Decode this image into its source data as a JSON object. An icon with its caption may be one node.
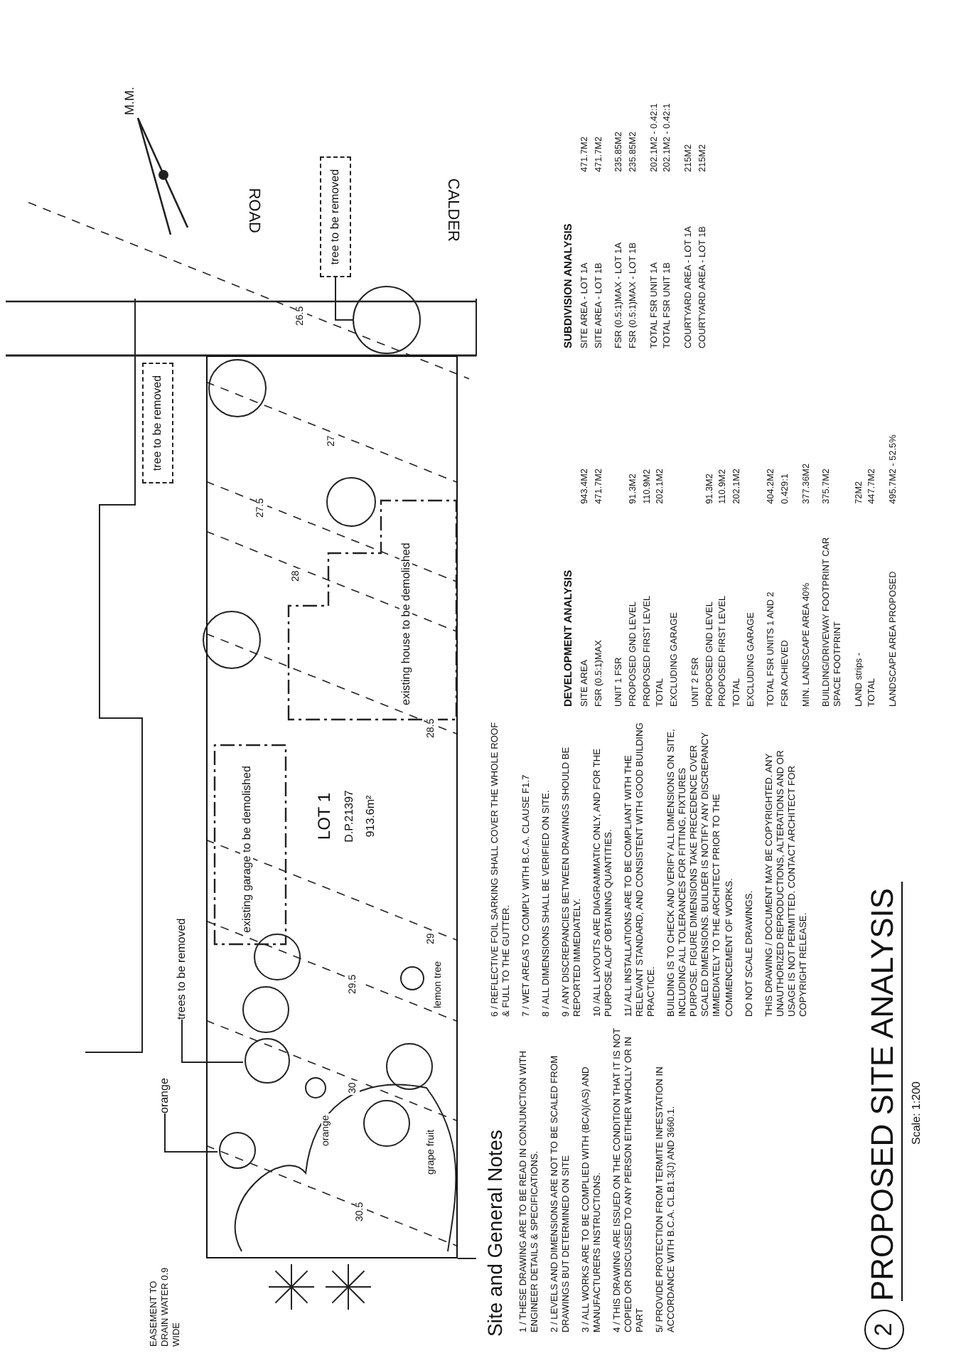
{
  "diagram": {
    "title": "PROPOSED SITE ANALYSIS",
    "nodes": [
      {
        "text": [
          "tree to be removed"
        ]
      },
      {
        "text": [],
        "shape": "circle"
      },
      {
        "text": [
          "tree to be removed"
        ]
      },
      {
        "text": [
          "LOT 1",
          "D.P.21397",
          "913.6m²"
        ]
      },
      {
        "text": [
          "existing garage to be demolished"
        ],
        "in": 3
      },
      {
        "text": [
          "existing house to be demolished"
        ],
        "in": 3
      },
      {
        "text": [
          "trees to be removed"
        ]
      },
      {
        "text": [],
        "shape": "circle",
        "in": 3
      },
      {
        "text": [
          "orange"
        ]
      },
      {
        "text": [],
        "shape": "circle",
        "in": 3
      }
    ],
    "edges": [
      {
        "from": 0,
        "to": 1,
        "arrow": "none"
      },
      {
        "from": 6,
        "to": 7,
        "arrow": "none"
      },
      {
        "from": 8,
        "to": 9,
        "arrow": "none"
      }
    ],
    "labels": [
      "M.M.",
      "ROAD",
      "CALDER",
      "26.5",
      "27",
      "27.5",
      "28",
      "28.5",
      "29",
      "29.5",
      "30",
      "30.5",
      "lemon tree",
      "orange",
      "grape fruit",
      "EASEMENT TO DRAIN WATER 0.9 WIDE",
      "Site and General Notes",
      "1 / THESE DRAWING ARE TO BE READ IN CONJUNCTION WITH ENGINEER DETAILS & SPECIFICATIONS.",
      "2 / LEVELS AND DIMENSIONS ARE NOT TO BE SCALED FROM DRAWINGS BUT DETERMINED ON SITE",
      "3 / ALL WORKS ARE TO BE COMPLIED WITH (BCA)(AS) AND MANUFACTURERS INSTRUCTIONS.",
      "4 / THIS DRAWING ARE ISSUED ON THE CONDITION THAT IT IS NOT COPIED OR DISCUSSED TO ANY PERSON EITHER WHOLLY OR IN PART",
      "5/ PROVIDE PROTECTION FROM TERMITE INFESTATION IN ACCORDANCE WITH B.C.A. CL.B1.3(J) AND 3660.1.",
      "6 / REFLECTIVE FOIL SARKING SHALL COVER THE WHOLE ROOF & FULL TO THE GUTTER.",
      "7 / WET AREAS TO COMPLY WITH B.C.A. CLAUSE F1.7",
      "8 / ALL DIMENSIONS SHALL BE VERIFIED ON SITE.",
      "9 / ANY DISCREPANCIES BETWEEN DRAWINGS SHOULD BE REPORTED IMMEDIATELY.",
      "10 /ALL LAYOUTS ARE DIAGRAMMATIC ONLY, AND FOR THE PURPOSE ALOF OBTAINING QUANTITIES.",
      "11/ ALL INSTALLATIONS ARE TO BE COMPLIANT WITH THE RELEVANT STANDARD, AND CONSISTENT WITH GOOD BUILDING PRACTICE.",
      "BUILDING IS TO CHECK AND VERIFY ALL DIMENSIONS ON SITE, INCLUDING ALL TOLERANCES FOR FITTING, FIXTURES PURPOSE. FIGURE DIMENSIONS TAKE PRECEDENCE OVER SCALED DIMENSIONS. BUILDER IS NOTIFY ANY DISCREPANCY IMMEDIATELY TO THE ARCHITECT PRIOR TO THE COMMENCEMENT OF WORKS.",
      "DO NOT SCALE DRAWINGS.",
      "THIS DRAWING / DOCUMENT MAY BE COPYRIGHTED. ANY UNAUTHORIZED REPRODUCTIONS, ALTERATIONS AND OR USAGE IS NOT PERMITTED. CONTACT ARCHITECT FOR COPYRIGHT RELEASE.",
      "DEVELOPMENT ANALYSIS",
      "SITE AREA",
      "943.4M2",
      "FSR (0.5:1)MAX",
      "471.7M2",
      "UNIT 1 FSR",
      "PROPOSED GND LEVEL",
      "91.3M2",
      "PROPOSED FIRST LEVEL",
      "110.9M2",
      "TOTAL",
      "202.1M2",
      "EXCLUDING GARAGE",
      "UNIT 2 FSR",
      "PROPOSED GND LEVEL",
      "91.3M2",
      "PROPOSED FIRST LEVEL",
      "110.9M2",
      "TOTAL",
      "202.1M2",
      "EXCLUDING GARAGE",
      "TOTAL FSR UNITS 1 AND 2",
      "404.2M2",
      "FSR ACHIEVED",
      "0.429:1",
      "MIN. LANDSCAPE AREA 40%",
      "377.36M2",
      "BUILDING/DRIVEWAY FOOTPRINT CAR SPACE FOOTPRINT",
      "375.7M2",
      "LAND strips -",
      "72M2",
      "TOTAL",
      "447.7M2",
      "LANDSCAPE AREA PROPOSED",
      "495.7M2 - 52.5%",
      "SUBDIVISION ANALYSIS",
      "SITE AREA - LOT 1A",
      "471.7M2",
      "SITE AREA - LOT 1B",
      "471.7M2",
      "FSR (0.5:1)MAX - LOT 1A",
      "235.85M2",
      "FSR (0.5:1)MAX - LOT 1B",
      "235.85M2",
      "TOTAL FSR UNIT 1A",
      "202.1M2 - 0.42:1",
      "TOTAL FSR UNIT 1B",
      "202.1M2 - 0.42:1",
      "COURTYARD AREA - LOT 1A",
      "215M2",
      "COURTYARD AREA - LOT 1B",
      "215M2",
      "2",
      "Scale: 1:200"
    ]
  }
}
